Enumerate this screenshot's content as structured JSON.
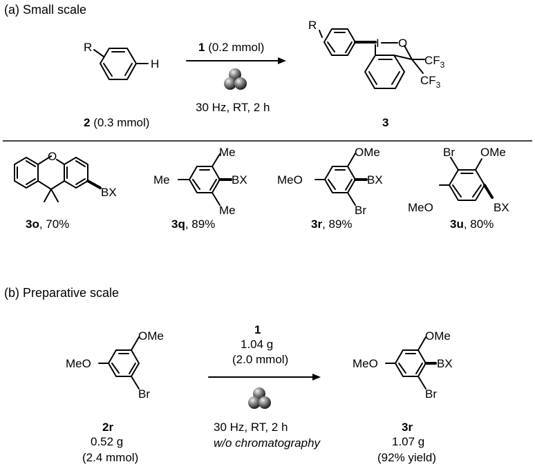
{
  "part_a": {
    "heading": "(a) Small scale",
    "reactant_R": "R",
    "reactant_H": "H",
    "reactant_num": "2",
    "reactant_amount": " (0.3 mmol)",
    "reagent_num": "1",
    "reagent_amount": " (0.2 mmol)",
    "conditions": "30 Hz, RT, 2 h",
    "product_R": "R",
    "product_I": "I",
    "product_O": "O",
    "product_cf3_a": "CF",
    "product_cf3_b": "CF",
    "product_sub": "3",
    "product_num": "3"
  },
  "examples": [
    {
      "num": "3o",
      "yield": ", 70%",
      "sub1": "O",
      "bx": "BX"
    },
    {
      "num": "3q",
      "yield": ", 89%",
      "sub1": "Me",
      "sub2": "Me",
      "sub3": "Me",
      "bx": "BX"
    },
    {
      "num": "3r",
      "yield": ", 89%",
      "sub1": "OMe",
      "sub2": "MeO",
      "sub3": "Br",
      "bx": "BX"
    },
    {
      "num": "3u",
      "yield": ", 80%",
      "sub1": "Br",
      "sub2": "OMe",
      "sub3": "MeO",
      "bx": "BX"
    }
  ],
  "part_b": {
    "heading": "(b) Preparative scale",
    "sm_ome": "OMe",
    "sm_meo": "MeO",
    "sm_br": "Br",
    "sm_num": "2r",
    "sm_mass": "0.52 g",
    "sm_mmol": "(2.4 mmol)",
    "reagent_num": "1",
    "reagent_mass": "1.04 g",
    "reagent_mmol": "(2.0 mmol)",
    "conditions": "30 Hz, RT, 2 h",
    "note": "w/o chromatography",
    "pr_ome": "OMe",
    "pr_meo": "MeO",
    "pr_bx": "BX",
    "pr_br": "Br",
    "pr_num": "3r",
    "pr_mass": "1.07 g",
    "pr_yield": "(92% yield)"
  }
}
